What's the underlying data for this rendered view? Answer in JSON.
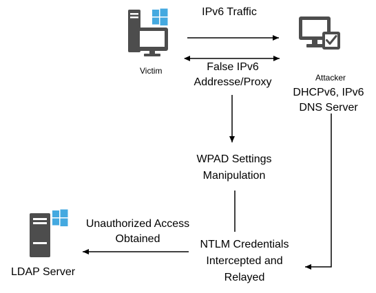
{
  "nodes": {
    "victim": {
      "label": "Victim",
      "icon": "windows-workstation-icon"
    },
    "attacker": {
      "label": "Attacker",
      "sublabel_line1": "DHCPv6, IPv6",
      "sublabel_line2": "DNS Server",
      "icon": "monitor-checkmark-icon"
    },
    "ldap": {
      "label": "LDAP Server",
      "icon": "windows-server-icon"
    },
    "wpad": {
      "line1": "WPAD Settings",
      "line2": "Manipulation"
    },
    "ntlm": {
      "line1": "NTLM Credentials",
      "line2": "Intercepted and",
      "line3": "Relayed"
    }
  },
  "edges": {
    "ipv6_traffic": "IPv6 Traffic",
    "false_ipv6_line1": "False IPv6",
    "false_ipv6_line2": "Addresse/Proxy",
    "unauthorized_line1": "Unauthorized Access",
    "unauthorized_line2": "Obtained"
  },
  "colors": {
    "device_gray": "#4d4d4d",
    "windows_blue": "#44a9e0",
    "line": "#000000"
  }
}
